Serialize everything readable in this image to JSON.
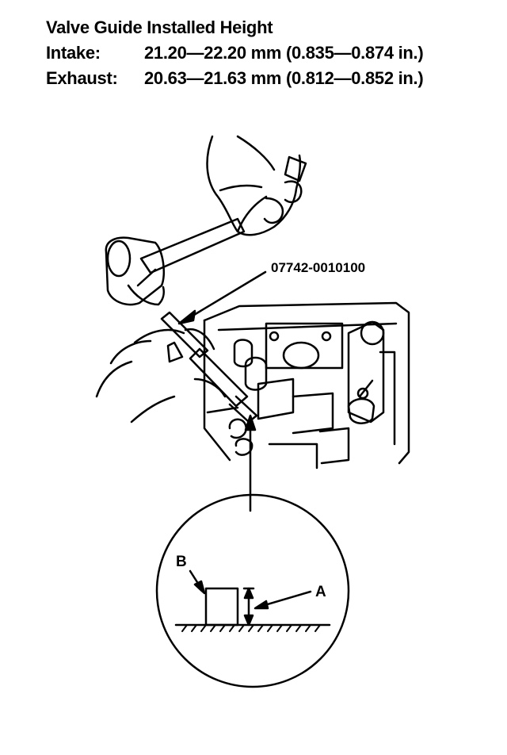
{
  "spec": {
    "title": "Valve Guide Installed Height",
    "intake_label": "Intake:",
    "intake_value": "21.20—22.20 mm (0.835—0.874 in.)",
    "exhaust_label": "Exhaust:",
    "exhaust_value": "20.63—21.63 mm (0.812—0.852 in.)"
  },
  "figure": {
    "tool_part_number": "07742-0010100",
    "callout_a": "A",
    "callout_b": "B"
  }
}
